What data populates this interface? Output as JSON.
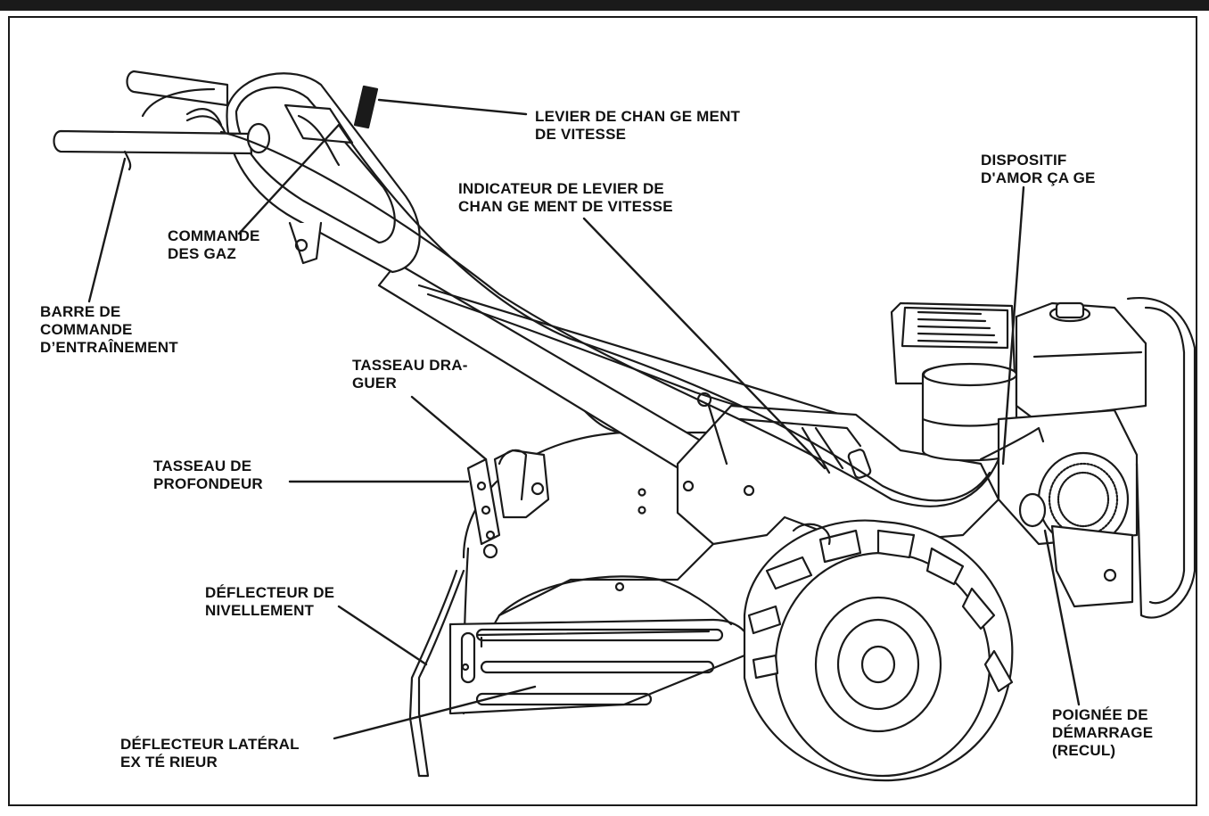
{
  "colors": {
    "ink": "#1a1a1a",
    "paper": "#ffffff",
    "shade": "#d8d8d8"
  },
  "labels": {
    "gear_lever": {
      "line1": "LEVIER DE CHAN GE MENT",
      "line2": "DE VITESSE"
    },
    "gear_indicator": {
      "line1": "INDICATEUR DE LEVIER DE",
      "line2": "CHAN GE MENT DE VITESSE"
    },
    "choke": {
      "line1": "DISPOSITIF",
      "line2": "D'AMOR ÇA GE"
    },
    "throttle": {
      "line1": "COMMANDE",
      "line2": "DES GAZ"
    },
    "drive_bar": {
      "line1": "BARRE DE",
      "line2": "COMMANDE",
      "line3": "D’ENTRAÎNEMENT"
    },
    "drag_stake": {
      "line1": "TASSEAU DRA-",
      "line2": "GUER"
    },
    "depth_stake": {
      "line1": "TASSEAU DE",
      "line2": "PROFONDEUR"
    },
    "leveling_deflector": {
      "line1": "DÉFLECTEUR DE",
      "line2": "NIVELLEMENT"
    },
    "side_deflector": {
      "line1": "DÉFLECTEUR LATÉRAL",
      "line2": "EX TÉ RIEUR"
    },
    "starter_handle": {
      "line1": "POIGNÉE DE",
      "line2": "DÉMARRAGE",
      "line3": "(RECUL)"
    }
  }
}
